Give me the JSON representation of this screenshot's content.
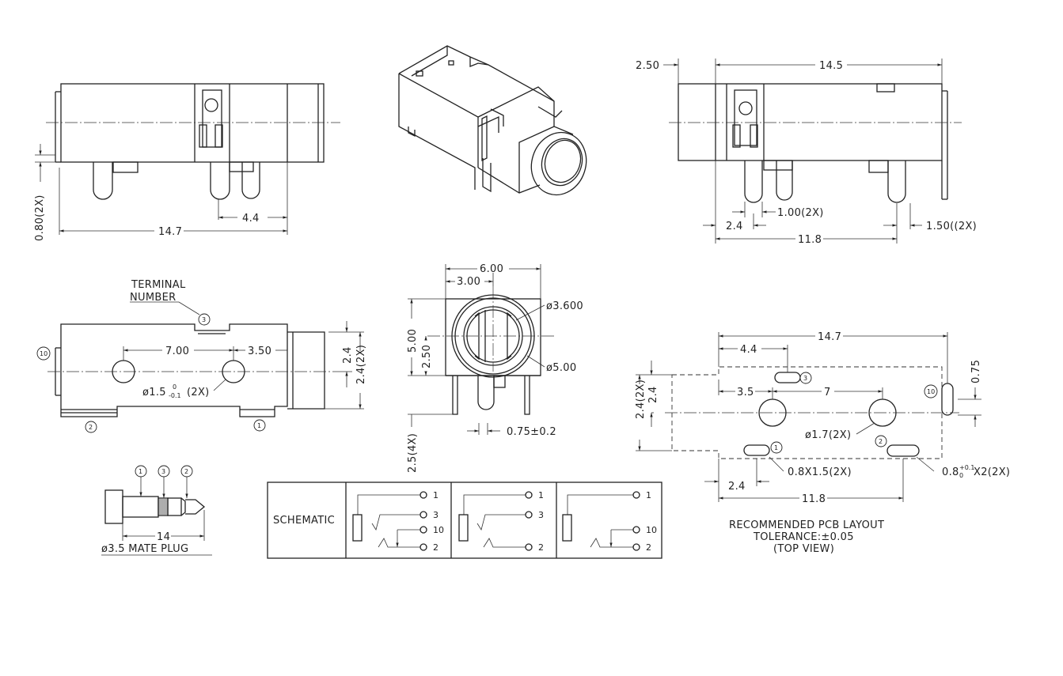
{
  "side_view_left": {
    "d_080": "0.80(2X)",
    "d_147": "14.7",
    "d_44": "4.4"
  },
  "top_view_right": {
    "d_250": "2.50",
    "d_145": "14.5",
    "d_100": "1.00(2X)",
    "d_24": "2.4",
    "d_150": "1.50((2X)",
    "d_118": "11.8"
  },
  "bottom_view": {
    "terminal_line1": "TERMINAL",
    "terminal_line2": "NUMBER",
    "n3": "3",
    "n10": "10",
    "n2": "2",
    "n1": "1",
    "d_700": "7.00",
    "d_350": "3.50",
    "hole_prefix": "ø1.5",
    "hole_tol_up": "0",
    "hole_tol_down": "-0.1",
    "hole_suffix": "(2X)",
    "d_24": "2.4",
    "d_24_2x": "2.4(2X)"
  },
  "front_view": {
    "d_600": "6.00",
    "d_300": "3.00",
    "d_3600": "ø3.600",
    "d_500_h": "5.00",
    "d_250": "2.50",
    "d_500_d": "ø5.00",
    "d_075": "0.75±0.2",
    "d_25_4x": "2.5(4X)"
  },
  "plug": {
    "n1": "1",
    "n3": "3",
    "n2": "2",
    "d_14": "14",
    "title": "ø3.5  MATE  PLUG"
  },
  "schematic": {
    "label": "SCHEMATIC",
    "panel1": [
      "1",
      "3",
      "10",
      "2"
    ],
    "panel2": [
      "1",
      "3",
      "2"
    ],
    "panel3": [
      "1",
      "10",
      "2"
    ]
  },
  "pcb": {
    "d_147": "14.7",
    "d_44": "4.4",
    "d_35": "3.5",
    "d_7": "7",
    "d_24_2x": "2.4(2X)",
    "d_24": "2.4",
    "d_075": "0.75",
    "n3": "3",
    "n10": "10",
    "n1": "1",
    "n2": "2",
    "hole": "ø1.7(2X)",
    "slot1": "0.8X1.5(2X)",
    "slot2_prefix": "0.8",
    "slot2_tol_up": "+0.1",
    "slot2_tol_down": "0",
    "slot2_suffix": "X2(2X)",
    "d_24_b": "2.4",
    "d_118": "11.8",
    "caption1": "RECOMMENDED PCB LAYOUT",
    "caption2": "TOLERANCE:±0.05",
    "caption3": "(TOP VIEW)"
  }
}
